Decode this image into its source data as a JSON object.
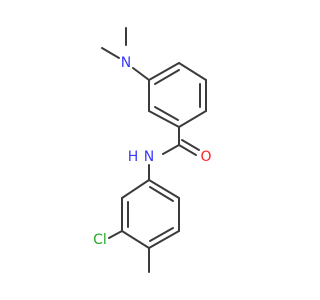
{
  "atoms": {
    "n_amine": {
      "text": "N",
      "color": "#3a3aff"
    },
    "n_amide": {
      "text": "N",
      "color": "#3a3aff"
    },
    "h_amide": {
      "text": "H",
      "color": "#3a3aff"
    },
    "o_carbonyl": {
      "text": "O",
      "color": "#ff2020"
    },
    "cl": {
      "text": "Cl",
      "color": "#22aa22"
    }
  }
}
